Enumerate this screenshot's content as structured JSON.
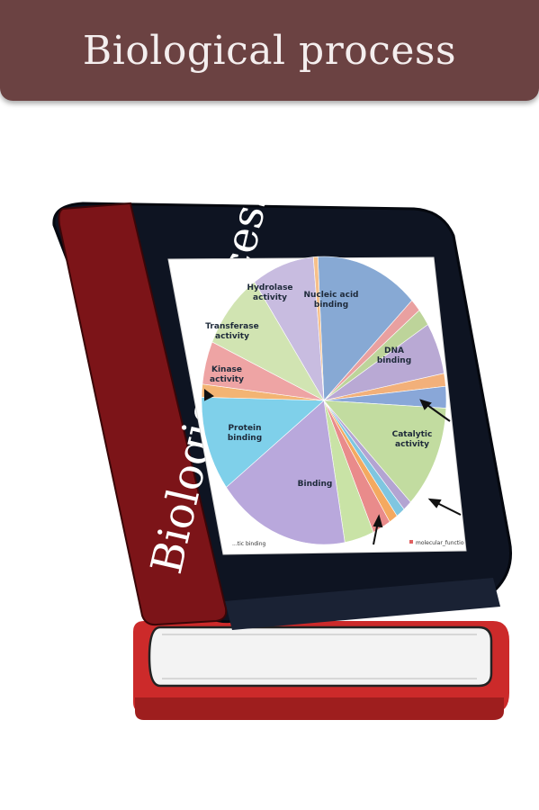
{
  "header": {
    "title": "Biological process"
  },
  "book": {
    "spine_title": "Biological process"
  },
  "colors": {
    "header_bg": "#6b4242",
    "cover": "#0e1422",
    "spine": "#7c1418",
    "pages_edge": "#cc2a2a"
  },
  "chart_data": {
    "type": "pie",
    "slices": [
      {
        "label": "Nucleic acid binding",
        "value": 14,
        "color": "#87a9d4"
      },
      {
        "label": "",
        "value": 1.5,
        "color": "#e9a0a0"
      },
      {
        "label": "",
        "value": 2,
        "color": "#bdd49a"
      },
      {
        "label": "DNA binding",
        "value": 6,
        "color": "#b9a9d4"
      },
      {
        "label": "",
        "value": 1.5,
        "color": "#f2b07a"
      },
      {
        "label": "",
        "value": 2.5,
        "color": "#89a7d8"
      },
      {
        "label": "Catalytic activity",
        "value": 12,
        "color": "#c2dca0"
      },
      {
        "label": "",
        "value": 1.2,
        "color": "#b3a4d2"
      },
      {
        "label": "",
        "value": 1.2,
        "color": "#7fc6e0"
      },
      {
        "label": "",
        "value": 1.2,
        "color": "#f4a960"
      },
      {
        "label": "",
        "value": 2.5,
        "color": "#e98b8b"
      },
      {
        "label": "",
        "value": 4,
        "color": "#c9e3a6"
      },
      {
        "label": "Binding",
        "value": 18,
        "color": "#b9a8dc"
      },
      {
        "label": "Protein binding",
        "value": 11,
        "color": "#7fd0ea"
      },
      {
        "label": "",
        "value": 1.5,
        "color": "#f3b473"
      },
      {
        "label": "Kinase activity",
        "value": 5,
        "color": "#eea4a4"
      },
      {
        "label": "Transferase activity",
        "value": 9,
        "color": "#d1e4b2"
      },
      {
        "label": "Hydrolase activity",
        "value": 8.5,
        "color": "#c8bce0"
      },
      {
        "label": "",
        "value": 0.6,
        "color": "#f6c08a"
      }
    ],
    "legend": [
      "...tic binding",
      "molecular_functio"
    ]
  }
}
